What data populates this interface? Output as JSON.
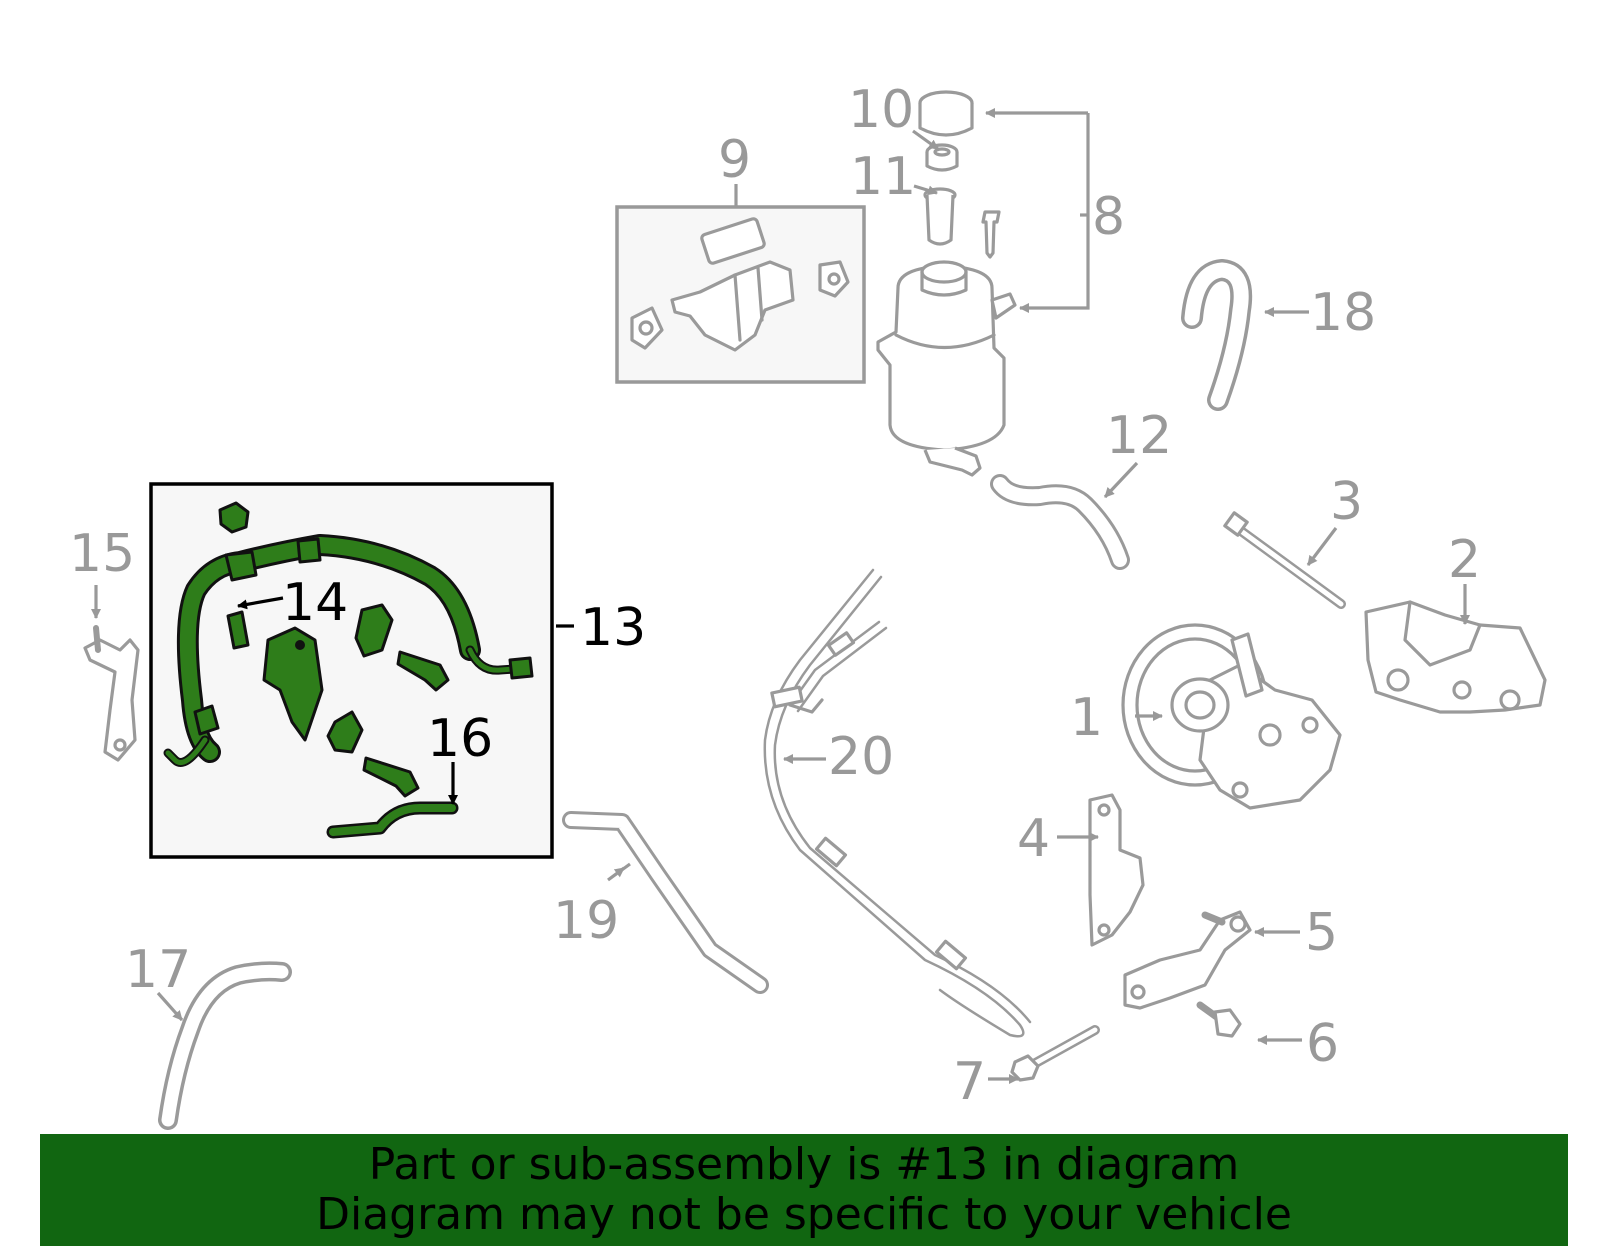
{
  "callouts": {
    "c1": "1",
    "c2": "2",
    "c3": "3",
    "c4": "4",
    "c5": "5",
    "c6": "6",
    "c7": "7",
    "c8": "8",
    "c9": "9",
    "c10": "10",
    "c11": "11",
    "c12": "12",
    "c13": "13",
    "c14": "14",
    "c15": "15",
    "c16": "16",
    "c17": "17",
    "c18": "18",
    "c19": "19",
    "c20": "20"
  },
  "highlight": {
    "part_number": "13",
    "color": "#2e7d1a"
  },
  "colors": {
    "banner_bg": "#116611",
    "part_outline": "#999999",
    "highlight_outline": "#111111"
  },
  "banner": {
    "line1": "Part or sub-assembly is #13 in diagram",
    "line2": "Diagram may not be specific to your vehicle"
  }
}
